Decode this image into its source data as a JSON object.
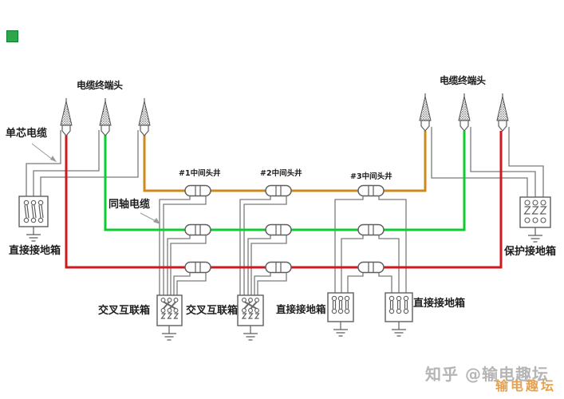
{
  "diagram": {
    "labels": {
      "terminal_left": "电缆终端头",
      "terminal_right": "电缆终端头",
      "single_core_cable": "单芯电缆",
      "coaxial_cable": "同轴电缆",
      "well_1": "#1中间头井",
      "well_2": "#2中间头井",
      "well_3": "#3中间头井",
      "direct_ground_left": "直接接地箱",
      "protective_ground_right": "保护接地箱",
      "cross_box_1": "交叉互联箱",
      "cross_box_2": "交叉互联箱",
      "direct_ground_3": "直接接地箱",
      "direct_ground_4": "直接接地箱"
    },
    "colors": {
      "phase_red": "#cc1a1e",
      "phase_green": "#0bce2d",
      "phase_orange": "#d0881e",
      "wire_gray": "#7b7b7b",
      "marker_green": "#2ba84a"
    }
  },
  "watermark": {
    "zhihu": "知乎 @输电趣坛",
    "brand": "输电趣坛",
    "zhihu_color": "#b5b5b5",
    "brand_color": "#e6a14e"
  }
}
